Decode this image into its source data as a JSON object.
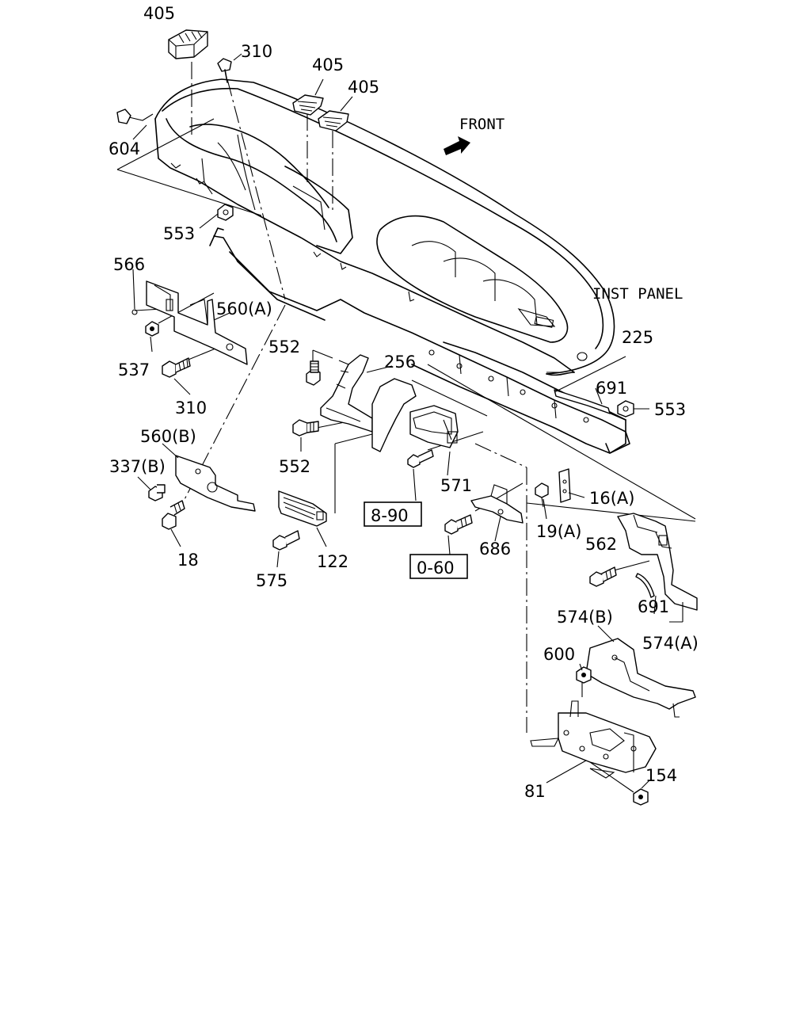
{
  "labels": {
    "l405a": "405",
    "l310a": "310",
    "l405b": "405",
    "l405c": "405",
    "lfront": "FRONT",
    "l604": "604",
    "l553a": "553",
    "l566": "566",
    "l560a": "560(A)",
    "linst": "INST PANEL",
    "l537": "537",
    "l552a": "552",
    "l256": "256",
    "l225": "225",
    "l310b": "310",
    "l691a": "691",
    "l553b": "553",
    "l560b": "560(B)",
    "l552b": "552",
    "l337b": "337(B)",
    "l571": "571",
    "l16a": "16(A)",
    "l890": "8-90",
    "l19a": "19(A)",
    "l562": "562",
    "l686": "686",
    "l18": "18",
    "l122": "122",
    "l060": "0-60",
    "l575": "575",
    "l691b": "691",
    "l574b": "574(B)",
    "l574a": "574(A)",
    "l600": "600",
    "l154": "154",
    "l81": "81"
  },
  "icons": {
    "front_arrow": "front-arrow-icon"
  }
}
